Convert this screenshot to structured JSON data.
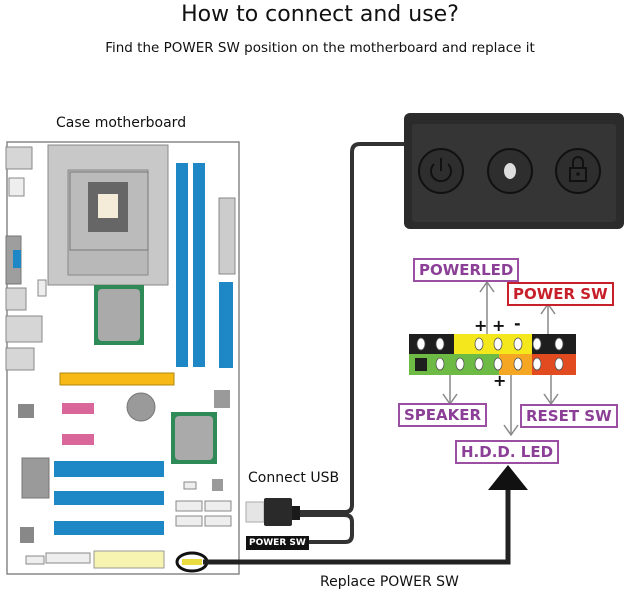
{
  "header": {
    "title": "How to connect and use?",
    "subtitle": "Find the POWER SW position on the motherboard and replace it"
  },
  "motherboard": {
    "label": "Case motherboard"
  },
  "device": {
    "buttons": [
      {
        "name": "power",
        "icon": "power-icon"
      },
      {
        "name": "fingerprint",
        "icon": "fingerprint-icon"
      },
      {
        "name": "lock",
        "icon": "lock-icon"
      }
    ]
  },
  "pin_header": {
    "labels": {
      "powerled": "POWERLED",
      "power_sw": "POWER SW",
      "speaker": "SPEAKER",
      "reset_sw": "RESET SW",
      "hdd_led": "H.D.D. LED"
    },
    "signs": {
      "top_plus_1": "+",
      "top_plus_2": "+",
      "top_minus": "-",
      "bottom_plus": "+"
    },
    "colors": {
      "black": "#1e1e1e",
      "yellow": "#f4e81c",
      "green": "#6dba45",
      "orange": "#f5a623",
      "red": "#e14b1f"
    }
  },
  "cable": {
    "usb_label": "Connect USB",
    "connector_tag": "POWER SW",
    "replace_label": "Replace POWER SW"
  }
}
